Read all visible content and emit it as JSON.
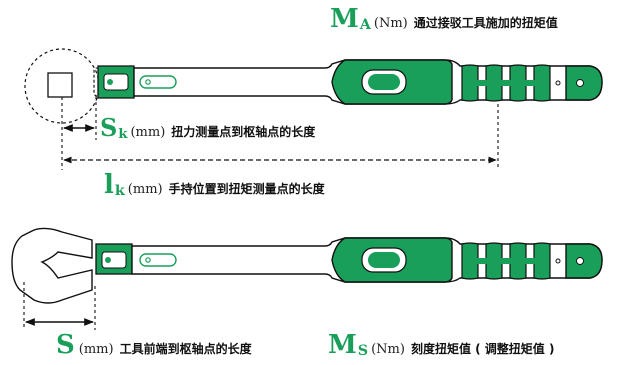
{
  "labels": {
    "ma": {
      "symbol": "M",
      "subscript": "A",
      "unit": "(Nm)",
      "desc": "通过接驳工具施加的扭矩值"
    },
    "sk": {
      "symbol": "S",
      "subscript": "k",
      "unit": "(mm)",
      "desc": "扭力测量点到枢轴点的长度"
    },
    "lk": {
      "symbol": "l",
      "subscript": "k",
      "unit": "(mm)",
      "desc": "手持位置到扭矩测量点的长度"
    },
    "s": {
      "symbol": "S",
      "subscript": "",
      "unit": "(mm)",
      "desc": "工具前端到枢轴点的长度"
    },
    "ms": {
      "symbol": "M",
      "subscript": "S",
      "unit": "(Nm)",
      "desc": "刻度扭矩值 ( 调整扭矩值 )"
    }
  },
  "colors": {
    "accent": "#1a9f5a",
    "outline": "#111111"
  }
}
